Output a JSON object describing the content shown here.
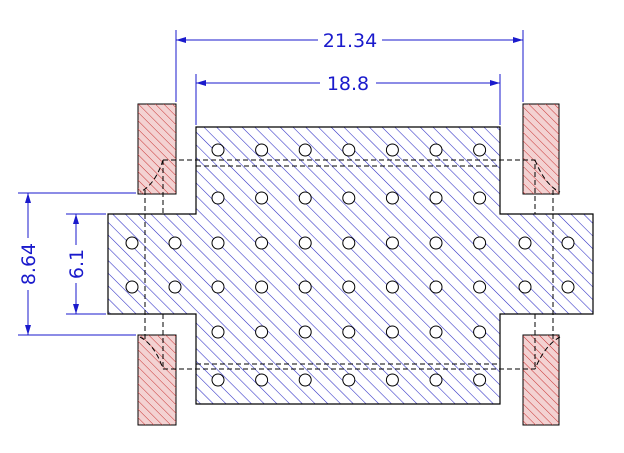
{
  "drawing": {
    "dimensions": {
      "overall_width": "21.34",
      "inner_width": "18.8",
      "overall_height": "8.64",
      "inner_height": "6.1"
    },
    "colors": {
      "dimension": "#1a1acc",
      "body_hatch": "#2b2bc4",
      "pad_hatch": "#c83232",
      "pad_fill": "#f3d2d2",
      "outline": "#000000"
    },
    "vias": {
      "top_row": 7,
      "bottom_row": 7,
      "inner_rows": 2,
      "wide_rows": 2
    }
  }
}
